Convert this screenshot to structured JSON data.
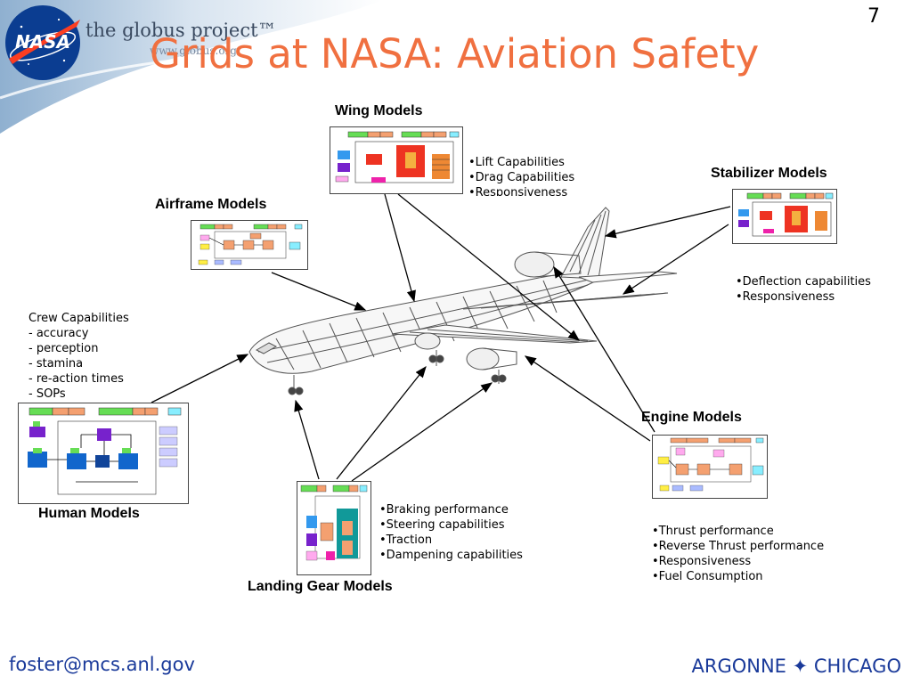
{
  "slide": {
    "number": "7",
    "title": "Grids at NASA: Aviation Safety"
  },
  "branding": {
    "nasa_logo_text": "NASA",
    "globus_name": "the globus project™",
    "globus_url": "www.globus.org"
  },
  "models": {
    "wing": {
      "heading": "Wing Models",
      "capabilities": [
        "•Lift Capabilities",
        "•Drag Capabilities",
        "•Responsiveness"
      ]
    },
    "stabilizer": {
      "heading": "Stabilizer Models",
      "capabilities": [
        "•Deflection capabilities",
        "•Responsiveness"
      ]
    },
    "airframe": {
      "heading": "Airframe Models"
    },
    "human": {
      "heading": "Human Models",
      "capabilities_title": "Crew Capabilities",
      "capabilities": [
        "- accuracy",
        "- perception",
        "- stamina",
        "- re-action times",
        "- SOPs"
      ]
    },
    "engine": {
      "heading": "Engine Models",
      "capabilities": [
        "•Thrust performance",
        "•Reverse Thrust performance",
        "•Responsiveness",
        "•Fuel Consumption"
      ]
    },
    "landing_gear": {
      "heading": "Landing Gear Models",
      "capabilities": [
        "•Braking performance",
        "•Steering capabilities",
        "•Traction",
        "•Dampening capabilities"
      ]
    }
  },
  "footer": {
    "email": "foster@mcs.anl.gov",
    "org": "ARGONNE ✦ CHICAGO"
  },
  "colors": {
    "title": "#f07040",
    "footer": "#1a3a9a",
    "nasa_blue": "#0b3d91",
    "nasa_red": "#fc3d21",
    "swoosh": "#b8cce0"
  }
}
